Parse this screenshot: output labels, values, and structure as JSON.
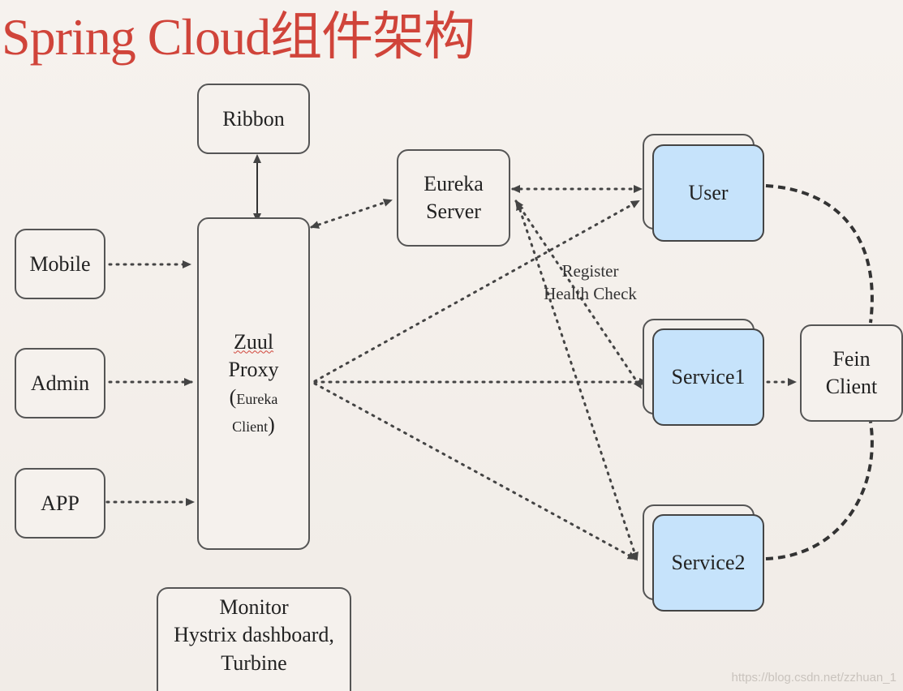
{
  "title": "Spring Cloud组件架构",
  "nodes": {
    "ribbon": "Ribbon",
    "eureka_line1": "Eureka",
    "eureka_line2": "Server",
    "mobile": "Mobile",
    "admin": "Admin",
    "app": "APP",
    "zuul_line1": "Zuul",
    "zuul_line2": "Proxy",
    "zuul_line3_paren_open": "(",
    "zuul_line3": "Eureka",
    "zuul_line4": "Client",
    "zuul_line4_paren_close": ")",
    "user": "User",
    "service1": "Service1",
    "service2": "Service2",
    "fein_line1": "Fein",
    "fein_line2": "Client",
    "monitor_line1": "Monitor",
    "monitor_line2": "Hystrix dashboard,",
    "monitor_line3": "Turbine"
  },
  "edge_label": {
    "line1": "Register",
    "line2": "Health Check"
  },
  "watermark": "https://blog.csdn.net/zzhuan_1",
  "colors": {
    "title": "#d0443a",
    "service_fill": "#c6e3fb",
    "line": "#444444"
  }
}
